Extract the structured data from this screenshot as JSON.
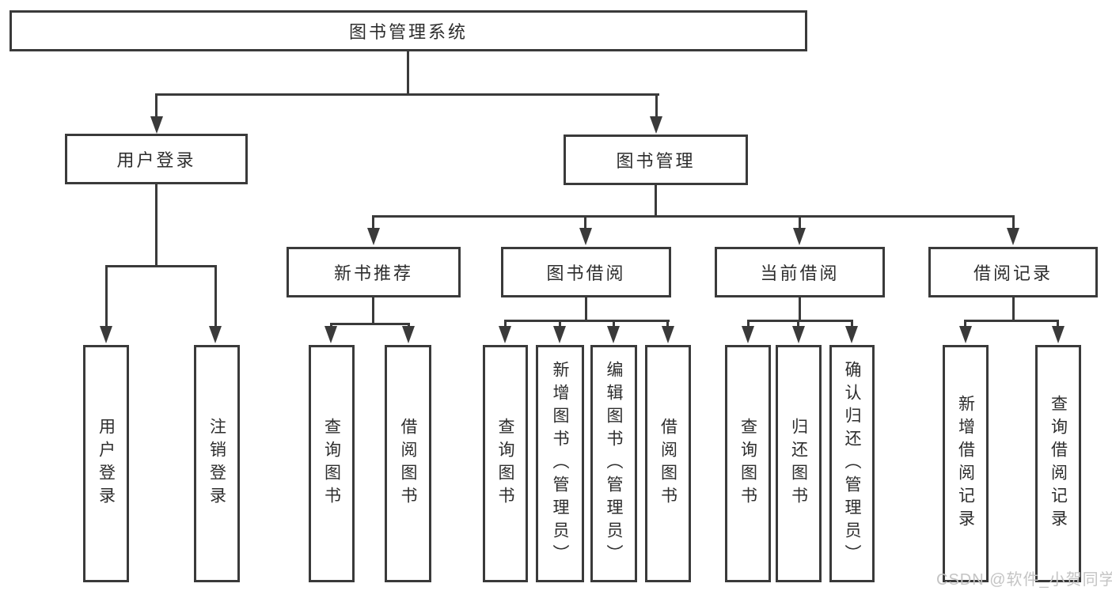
{
  "diagram": {
    "root": "图书管理系统",
    "level2": [
      "用户登录",
      "图书管理"
    ],
    "level3": [
      "新书推荐",
      "图书借阅",
      "当前借阅",
      "借阅记录"
    ],
    "leaves": {
      "user": [
        "用户登录",
        "注销登录"
      ],
      "recommend": [
        "查询图书",
        "借阅图书"
      ],
      "borrow": [
        "查询图书",
        "新增图书（管理员）",
        "编辑图书（管理员）",
        "借阅图书"
      ],
      "current": [
        "查询图书",
        "归还图书",
        "确认归还（管理员）"
      ],
      "record": [
        "新增借阅记录",
        "查询借阅记录"
      ]
    },
    "watermark": "CSDN @软件_小贺同学",
    "colors": {
      "line": "#3a3a3a",
      "text": "#2d2d2d",
      "watermark": "#c4c4c4",
      "background": "#ffffff"
    }
  }
}
